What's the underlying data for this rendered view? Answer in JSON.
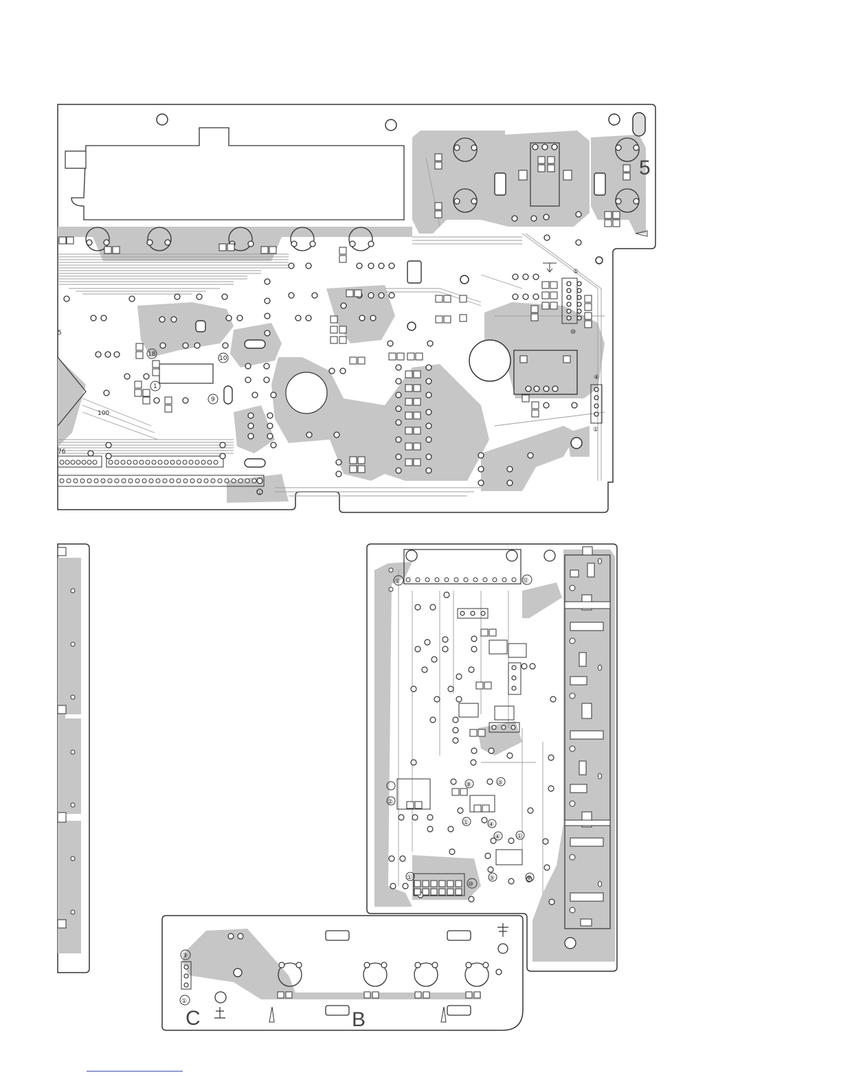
{
  "main_board": {
    "pin_labels": {
      "pin5": "5",
      "pin100": "100",
      "pin76": "76",
      "pin18": "18",
      "pin10": "10",
      "pin9": "9",
      "pin1": "1",
      "conn_top": "①",
      "conn_bot": "⑩",
      "conn4": "④",
      "conn1": "①"
    },
    "corner_label": "5"
  },
  "amp_board": {
    "pin_labels": {
      "p1": "①",
      "p12": "⑫",
      "p8": "⑧",
      "p5": "⑤",
      "p4": "④",
      "p1b": "①",
      "p10": "⑩",
      "p1c": "①",
      "p2": "②",
      "p8b": "⑧",
      "p5b": "⑤",
      "p4b": "④",
      "p1d": "①"
    }
  },
  "front_board": {
    "connector_labels": {
      "top": "③",
      "bottom": "①"
    },
    "section_c": "C",
    "section_b": "B"
  },
  "colors": {
    "copper": "#c4c4c4",
    "outline": "#333333",
    "pad": "#ffffff",
    "trace": "#bdbdbd"
  }
}
